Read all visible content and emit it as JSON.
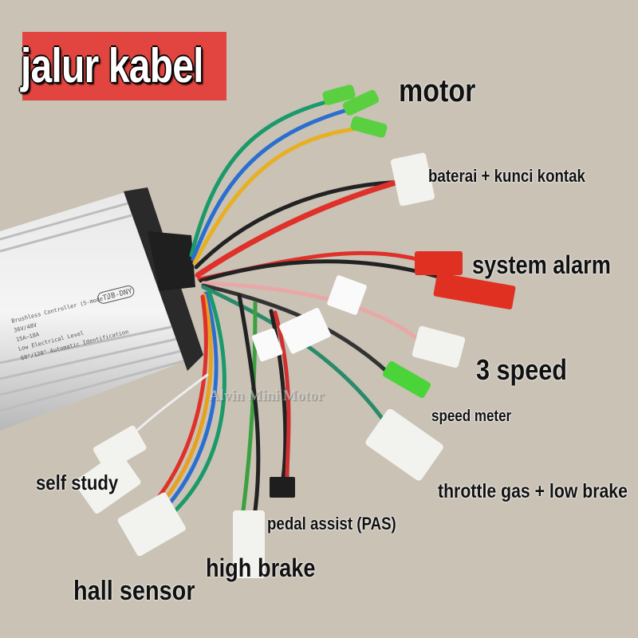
{
  "title": "jalur kabel",
  "watermark": "Alvin Mini Motor",
  "controller": {
    "model_label": "TJB-DNY",
    "line1": "Brushless Controller (S-mode )",
    "line2": "36V/48V",
    "line3": "15A~18A",
    "line4": "Low Electrical Level",
    "line5": "60°/120° Automatic Identification"
  },
  "labels": {
    "motor": "motor",
    "baterai": "baterai + kunci kontak",
    "system_alarm": "system alarm",
    "three_speed": "3 speed",
    "speed_meter": "speed meter",
    "throttle": "throttle gas + low brake",
    "pas": "pedal assist (PAS)",
    "high_brake": "high brake",
    "hall_sensor": "hall sensor",
    "self_study": "self study"
  },
  "colors": {
    "title_bg": "#e2453f",
    "background": "#c9c2b5"
  }
}
